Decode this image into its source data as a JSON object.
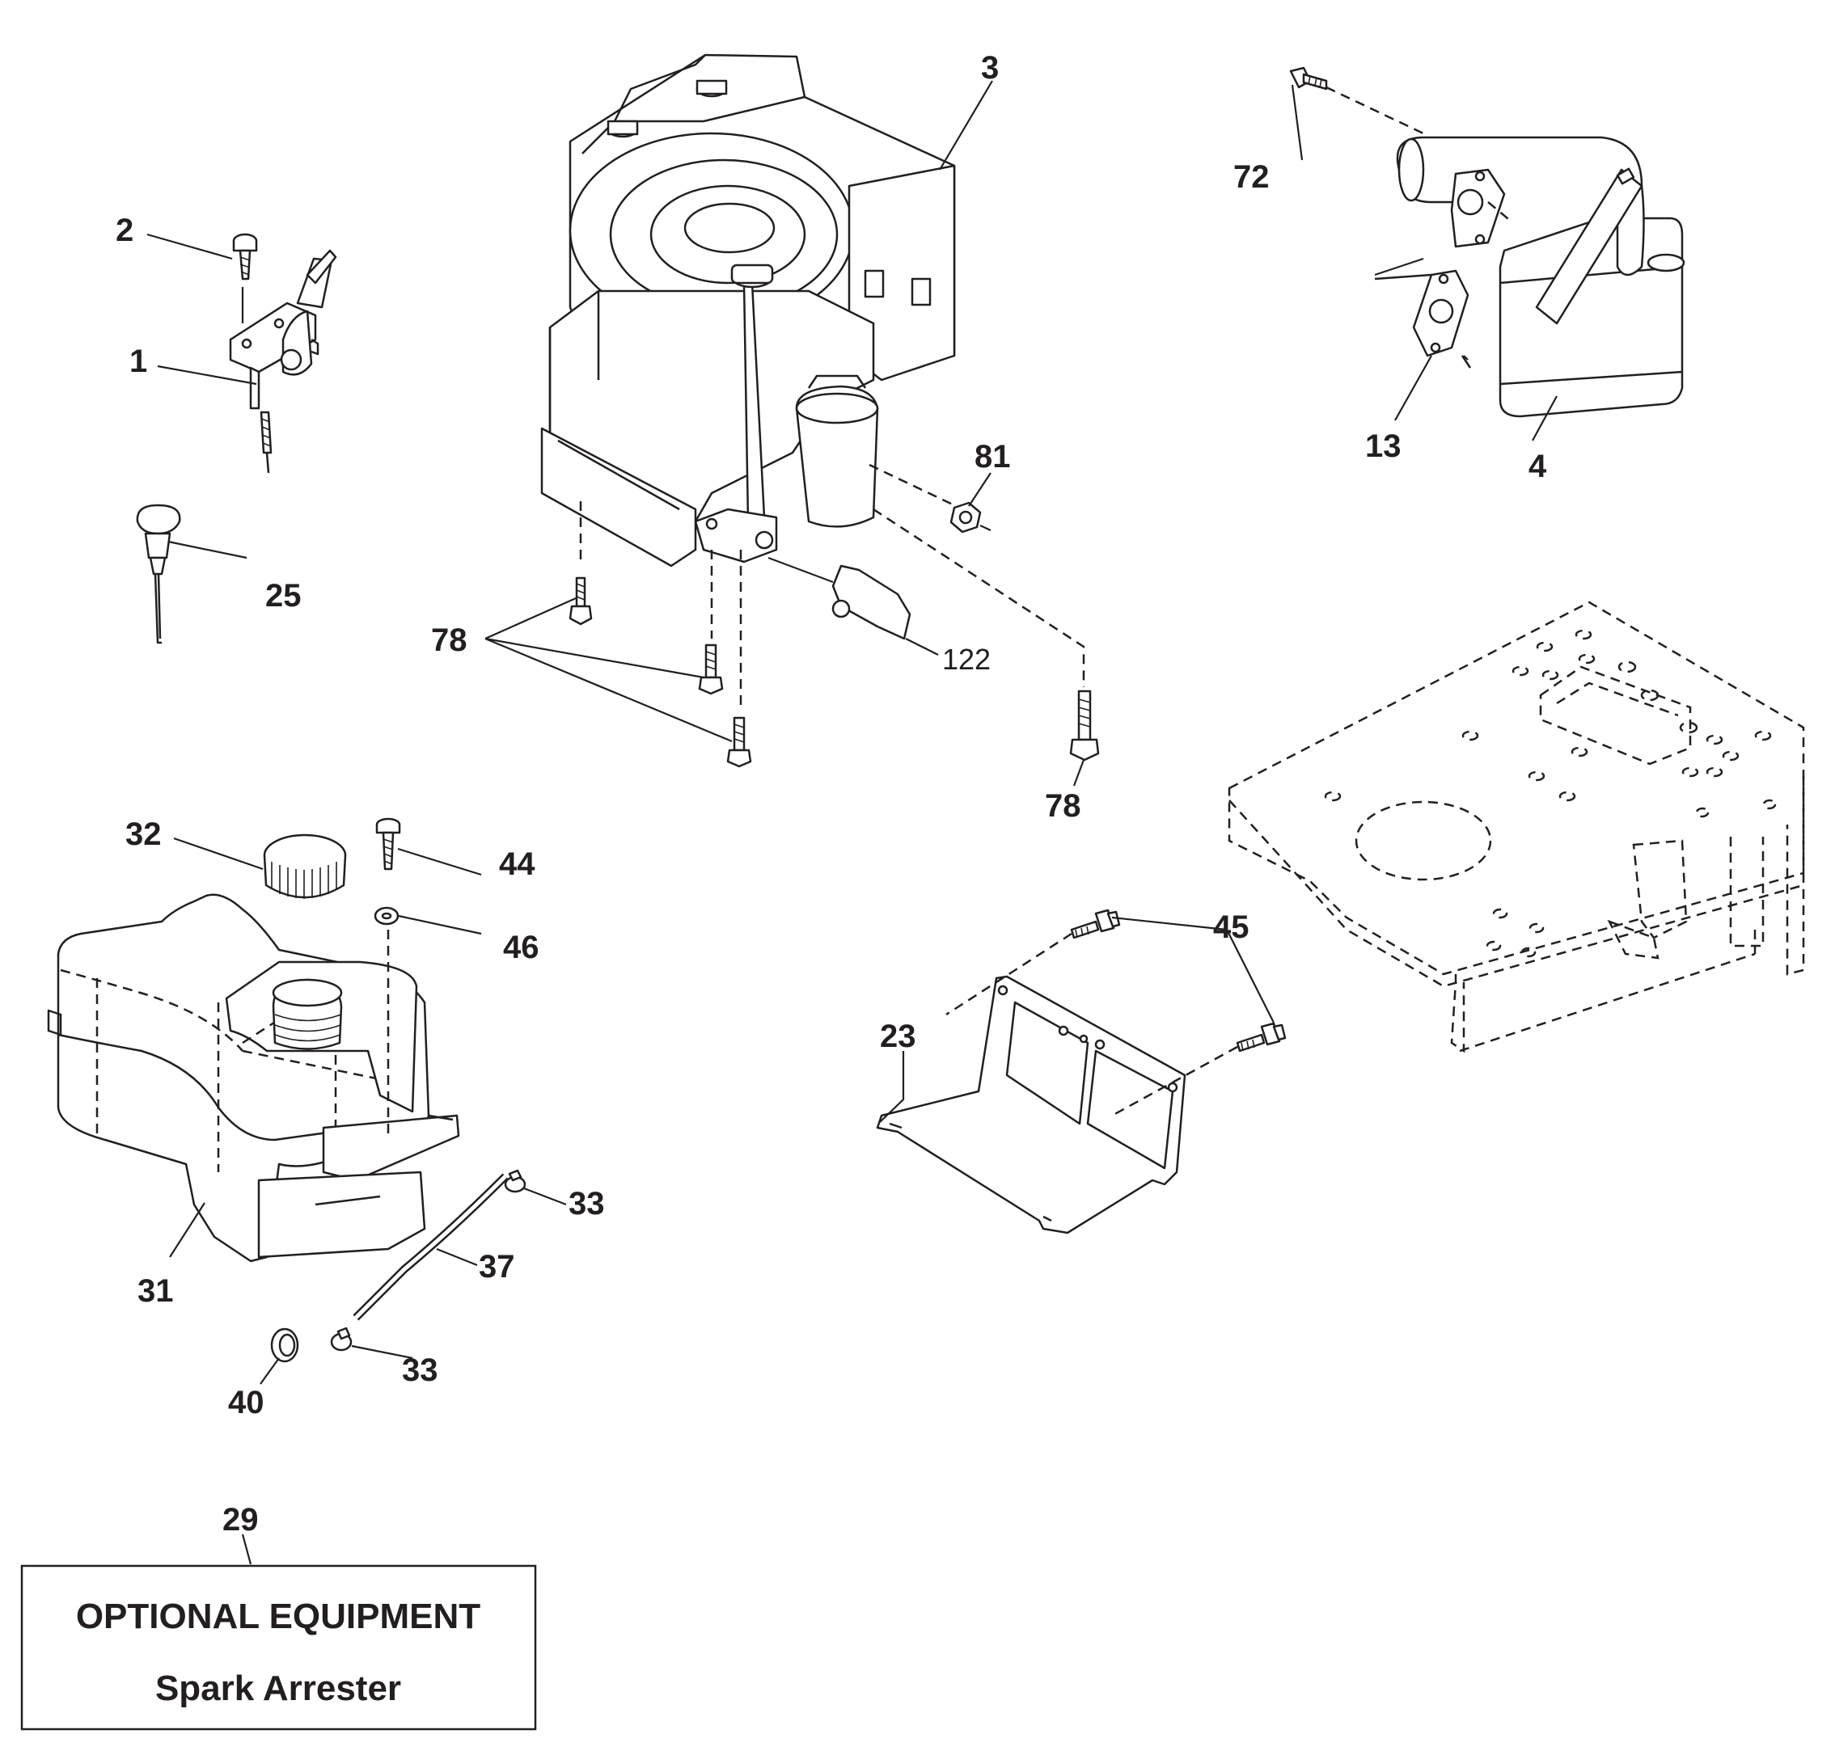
{
  "callouts": {
    "c1": "1",
    "c2": "2",
    "c3": "3",
    "c4": "4",
    "c13": "13",
    "c23": "23",
    "c25": "25",
    "c29": "29",
    "c31": "31",
    "c32": "32",
    "c33a": "33",
    "c33b": "33",
    "c37": "37",
    "c40": "40",
    "c44": "44",
    "c45": "45",
    "c46": "46",
    "c72": "72",
    "c78a": "78",
    "c78b": "78",
    "c81": "81",
    "c122": "122"
  },
  "optional_box": {
    "title": "OPTIONAL EQUIPMENT",
    "subtitle": "Spark Arrester"
  },
  "colors": {
    "ink": "#231f20",
    "paper": "#ffffff"
  }
}
